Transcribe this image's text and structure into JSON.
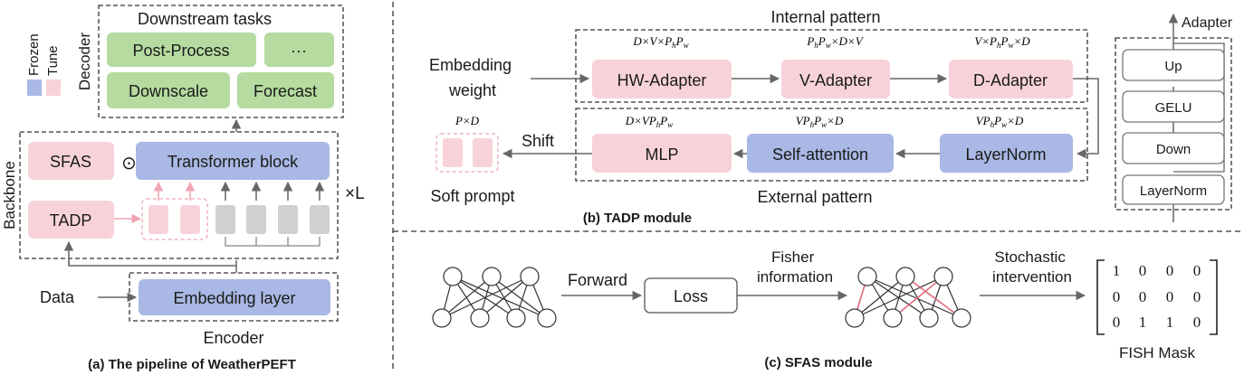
{
  "colors": {
    "blue": "#a9b8e4",
    "pink": "#f7d3d9",
    "green": "#b5dba0",
    "gray": "#d0d0d0",
    "pink_arrow": "#f0a5b1"
  },
  "panel_a": {
    "decoder_label": "Decoder",
    "downstream_title": "Downstream tasks",
    "tasks": [
      "Post-Process",
      "···",
      "Downscale",
      "Forecast"
    ],
    "frozen": "Frozen",
    "tune": "Tune",
    "backbone_label": "Backbone",
    "sfas": "SFAS",
    "odot": "⊙",
    "transformer": "Transformer block",
    "tadp": "TADP",
    "times_l": "×L",
    "data": "Data",
    "embedding_layer": "Embedding layer",
    "encoder": "Encoder",
    "caption": "(a) The pipeline of WeatherPEFT"
  },
  "panel_b": {
    "internal_title": "Internal pattern",
    "external_title": "External pattern",
    "embedding_weight_1": "Embedding",
    "embedding_weight_2": "weight",
    "hw_adapter": "HW-Adapter",
    "v_adapter": "V-Adapter",
    "d_adapter": "D-Adapter",
    "mlp": "MLP",
    "self_attention": "Self-attention",
    "layernorm": "LayerNorm",
    "dim_hw": "D×V×P_hP_w",
    "dim_v": "P_hP_w×D×V",
    "dim_d": "V×P_hP_w×D",
    "dim_mlp": "D×VP_hP_w",
    "dim_sa": "VP_hP_w×D",
    "dim_ln": "VP_hP_w×D",
    "dim_prompt": "P×D",
    "shift": "Shift",
    "soft_prompt": "Soft prompt",
    "caption": "(b) TADP module",
    "adapter_title": "Adapter",
    "adapter_blocks": [
      "Up",
      "GELU",
      "Down",
      "LayerNorm"
    ]
  },
  "panel_c": {
    "forward": "Forward",
    "loss": "Loss",
    "fisher_1": "Fisher",
    "fisher_2": "information",
    "stochastic_1": "Stochastic",
    "stochastic_2": "intervention",
    "mask_rows": [
      [
        "1",
        "0",
        "0",
        "0"
      ],
      [
        "0",
        "0",
        "0",
        "0"
      ],
      [
        "0",
        "1",
        "1",
        "0"
      ]
    ],
    "mask_label": "FISH Mask",
    "caption": "(c) SFAS module"
  }
}
